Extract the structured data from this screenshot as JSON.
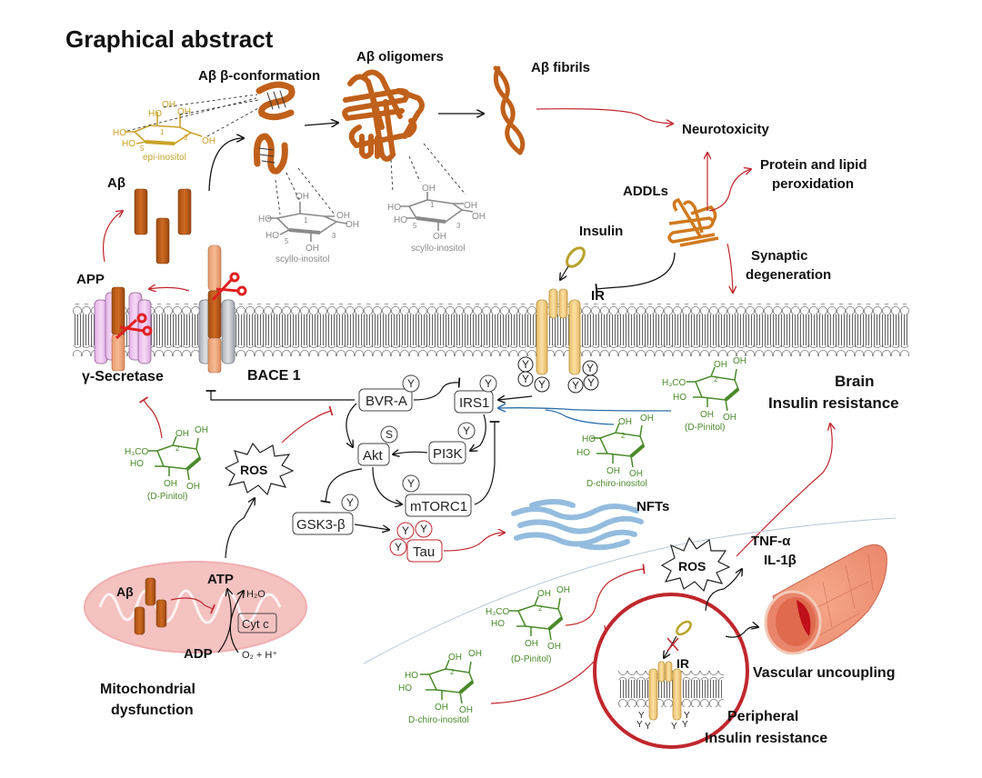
{
  "title": "Graphical abstract",
  "labels": {
    "ab_beta_conformation": "Aβ β-conformation",
    "ab_oligomers": "Aβ oligomers",
    "ab_fibrils": "Aβ fibrils",
    "neurotoxicity": "Neurotoxicity",
    "protein_lipid_line1": "Protein and lipid",
    "protein_lipid_line2": "peroxidation",
    "addls": "ADDLs",
    "insulin": "Insulin",
    "ir": "IR",
    "synaptic_line1": "Synaptic",
    "synaptic_line2": "degeneration",
    "ab": "Aβ",
    "app": "APP",
    "gamma_secretase": "γ-Secretase",
    "bace1": "BACE 1",
    "brain_ir_line1": "Brain",
    "brain_ir_line2": "Insulin resistance",
    "ros": "ROS",
    "nfts": "NFTs",
    "tnf": "TNF-α",
    "il1b": "IL-1β",
    "vascular": "Vascular uncoupling",
    "peripheral_line1": "Peripheral",
    "peripheral_line2": "Insulin resistance",
    "mito_line1": "Mitochondrial",
    "mito_line2": "dysfunction",
    "atp": "ATP",
    "adp": "ADP",
    "h2o": "H₂O",
    "cytc": "Cyt c",
    "o2": "O₂ + H⁺"
  },
  "signaling_nodes": {
    "bvra": "BVR-A",
    "irs1": "IRS1",
    "akt": "Akt",
    "pi3k": "PI3K",
    "mtorc1": "mTORC1",
    "gsk3b": "GSK3-β",
    "tau": "Tau",
    "y": "Y",
    "s": "S"
  },
  "molecules": {
    "epi": "epi-inositol",
    "scyllo": "scyllo-inositol",
    "pinitol": "(D-Pinitol)",
    "dchiro": "D-chiro-inositol",
    "oh": "OH",
    "ho": "HO",
    "h3co": "H₃CO",
    "n1": "1",
    "n2": "2",
    "n3": "3",
    "n5": "5"
  },
  "colors": {
    "amyloid": "#c0601a",
    "inhibit_red": "#c0272d",
    "pathway_blue": "#2b6ea8",
    "inositol_green": "#4a8a2a",
    "epi_gold": "#c9a227",
    "scyllo_gray": "#8a8a8a",
    "receptor": "#f7d28a",
    "nft_blue": "#8fb9dd",
    "mito_pink": "#f4c2c0"
  }
}
